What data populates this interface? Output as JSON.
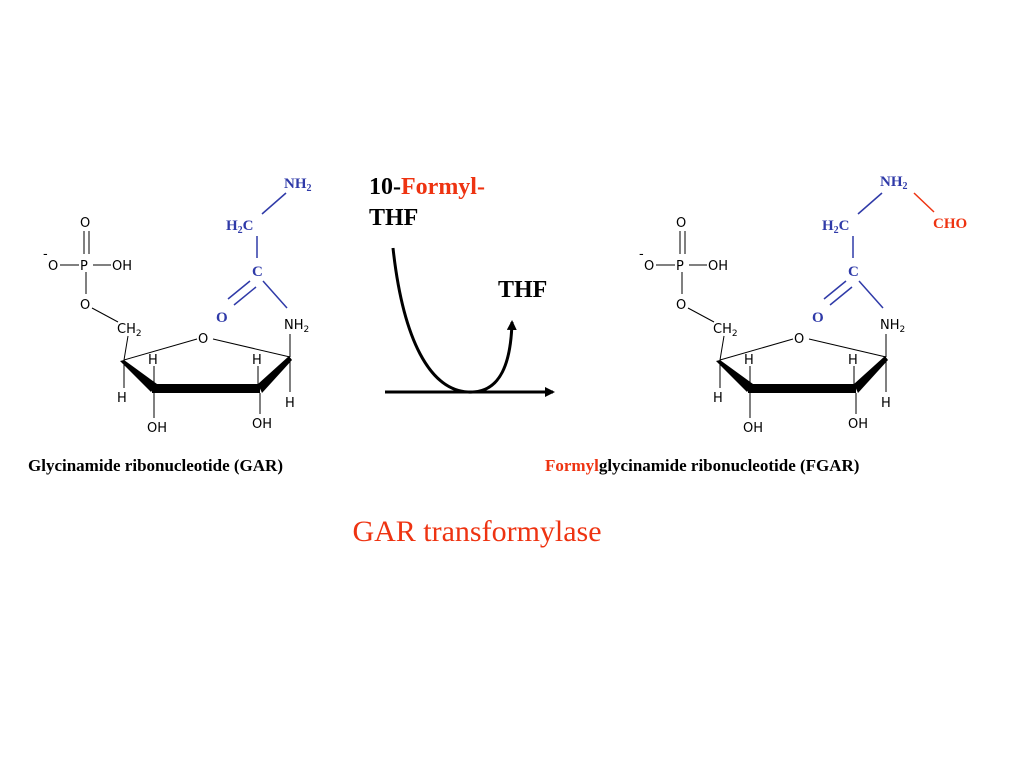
{
  "reagents": {
    "donor_number": "10-",
    "donor_formyl": "Formyl-",
    "donor_thf": "THF",
    "product_thf": "THF"
  },
  "gar": {
    "caption": "Glycinamide ribonucleotide (GAR)",
    "phosphate": {
      "charge": "-",
      "o": "O",
      "p": "P",
      "oh": "OH"
    },
    "sugar": {
      "ch": "CH",
      "ring_o": "O",
      "h": "H",
      "oh": "OH"
    },
    "amide": {
      "nh": "NH",
      "h2c": "H",
      "c": "C",
      "o": "O",
      "sub2": "2"
    }
  },
  "fgar": {
    "caption_prefix": "Formyl",
    "caption_rest": "glycinamide ribonucleotide (FGAR)",
    "formyl_group": "CHO"
  },
  "enzyme": "GAR transformylase",
  "colors": {
    "accent_red": "#ee3311",
    "group_blue": "#2f3aa8"
  }
}
